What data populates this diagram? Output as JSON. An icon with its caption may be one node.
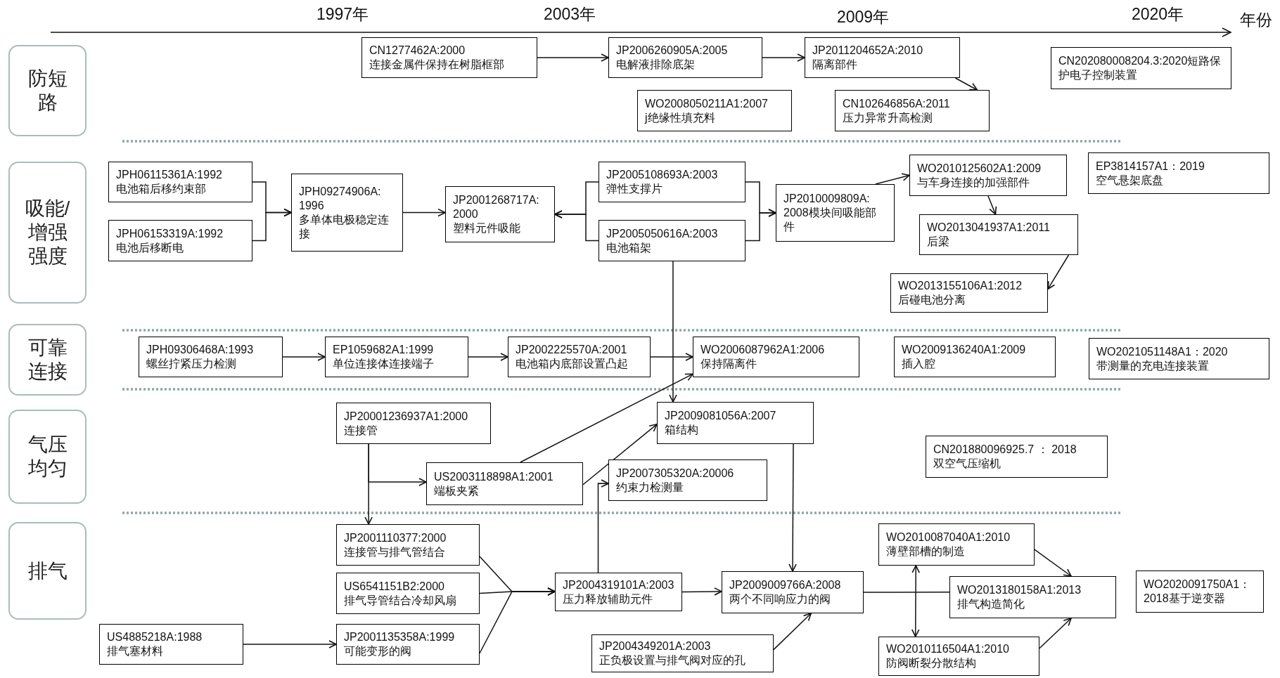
{
  "diagram": {
    "nodes": [
      {
        "text": [
          "防短路"
        ]
      },
      {
        "text": [
          "吸能/增强强度"
        ]
      },
      {
        "text": [
          "可靠连接"
        ]
      },
      {
        "text": [
          "气压均匀"
        ]
      },
      {
        "text": [
          "排气"
        ]
      },
      {
        "text": [
          "CN1277462A:2000",
          "连接金属件保持在树脂框部"
        ]
      },
      {
        "text": [
          "JP2006260905A:2005",
          "电解液排除底架"
        ]
      },
      {
        "text": [
          "JP2011204652A:2010",
          "隔离部件"
        ]
      },
      {
        "text": [
          "CN202080008204.3:2020短路保护电子控制装置"
        ]
      },
      {
        "text": [
          "WO2008050211A1:2007",
          "j绝缘性填充料"
        ]
      },
      {
        "text": [
          "CN102646856A:2011",
          "压力异常升高检测"
        ]
      },
      {
        "text": [
          "JPH06115361A:1992",
          "电池箱后移约束部"
        ]
      },
      {
        "text": [
          "JPH06153319A:1992",
          "电池后移断电"
        ]
      },
      {
        "text": [
          "JPH09274906A: 1996",
          "多单体电极稳定连接"
        ]
      },
      {
        "text": [
          "JP2001268717A: 2000",
          "塑料元件吸能"
        ]
      },
      {
        "text": [
          "JP2005108693A:2003",
          "弹性支撑片"
        ]
      },
      {
        "text": [
          "JP2005050616A:2003",
          "电池箱架"
        ]
      },
      {
        "text": [
          "JP2010009809A: 2008模块间吸能部件"
        ]
      },
      {
        "text": [
          "WO2010125602A1:2009",
          "与车身连接的加强部件"
        ]
      },
      {
        "text": [
          "EP3814157A1：2019",
          "空气悬架底盘"
        ]
      },
      {
        "text": [
          "WO2013041937A1:2011",
          "后梁"
        ]
      },
      {
        "text": [
          "WO2013155106A1:2012",
          "后碰电池分离"
        ]
      },
      {
        "text": [
          "JPH09306468A:1993",
          "螺丝拧紧压力检测"
        ]
      },
      {
        "text": [
          "EP1059682A1:1999",
          "单位连接体连接端子"
        ]
      },
      {
        "text": [
          "JP2002225570A:2001",
          "电池箱内底部设置凸起"
        ]
      },
      {
        "text": [
          "WO2006087962A1:2006",
          "保持隔离件"
        ]
      },
      {
        "text": [
          "WO2009136240A1:2009",
          "插入腔"
        ]
      },
      {
        "text": [
          "WO2021051148A1：2020",
          "带测量的充电连接装置"
        ]
      },
      {
        "text": [
          "JP20001236937A1:2000",
          "连接管"
        ]
      },
      {
        "text": [
          "JP2009081056A:2007",
          "箱结构"
        ]
      },
      {
        "text": [
          "US2003118898A1:2001",
          "端板夹紧"
        ]
      },
      {
        "text": [
          "JP2007305320A:20006",
          "约束力检测量"
        ]
      },
      {
        "text": [
          "CN201880096925.7 ： 2018",
          "双空气压缩机"
        ]
      },
      {
        "text": [
          "JP2001110377:2000",
          "连接管与排气管结合"
        ]
      },
      {
        "text": [
          "US6541151B2:2000",
          "排气导管结合冷却风扇"
        ]
      },
      {
        "text": [
          "US4885218A:1988",
          "排气塞材料"
        ]
      },
      {
        "text": [
          "JP2001135358A:1999",
          "可能变形的阀"
        ]
      },
      {
        "text": [
          "JP2004319101A:2003",
          "压力释放辅助元件"
        ]
      },
      {
        "text": [
          "JP2004349201A:2003",
          "正负极设置与排气阀对应的孔"
        ]
      },
      {
        "text": [
          "JP2009009766A:2008",
          "两个不同响应力的阀"
        ]
      },
      {
        "text": [
          "WO2010087040A1:2010",
          "薄壁部槽的制造"
        ]
      },
      {
        "text": [
          "WO2013180158A1:2013",
          "排气构造简化"
        ]
      },
      {
        "text": [
          "WO2010116504A1:2010",
          "防阀断裂分散结构"
        ]
      },
      {
        "text": [
          "WO2020091750A1：2018基于逆变器"
        ]
      }
    ],
    "edges": [
      {
        "from": 5,
        "to": 6,
        "arrow": "to"
      },
      {
        "from": 6,
        "to": 7,
        "arrow": "to"
      },
      {
        "from": 7,
        "to": 10,
        "arrow": "to"
      },
      {
        "from": 11,
        "to": 13,
        "arrow": "to"
      },
      {
        "from": 12,
        "to": 13,
        "arrow": "to"
      },
      {
        "from": 13,
        "to": 14,
        "arrow": "to"
      },
      {
        "from": 15,
        "to": 14,
        "arrow": "to"
      },
      {
        "from": 16,
        "to": 14,
        "arrow": "to"
      },
      {
        "from": 15,
        "to": 17,
        "arrow": "to"
      },
      {
        "from": 16,
        "to": 17,
        "arrow": "to"
      },
      {
        "from": 17,
        "to": 18,
        "arrow": "to"
      },
      {
        "from": 18,
        "to": 20,
        "arrow": "to"
      },
      {
        "from": 20,
        "to": 21,
        "arrow": "to"
      },
      {
        "from": 16,
        "to": 29,
        "arrow": "to"
      },
      {
        "from": 22,
        "to": 23,
        "arrow": "to"
      },
      {
        "from": 23,
        "to": 24,
        "arrow": "to"
      },
      {
        "from": 24,
        "to": 25,
        "arrow": "to"
      },
      {
        "from": 28,
        "to": 30,
        "arrow": "to"
      },
      {
        "from": 28,
        "to": 33,
        "arrow": "to"
      },
      {
        "from": 30,
        "to": 25,
        "arrow": "to"
      },
      {
        "from": 30,
        "to": 29,
        "arrow": "to"
      },
      {
        "from": 37,
        "to": 31,
        "arrow": "to"
      },
      {
        "from": 35,
        "to": 36,
        "arrow": "to"
      },
      {
        "from": 33,
        "to": 37,
        "arrow": "to"
      },
      {
        "from": 34,
        "to": 37,
        "arrow": "to"
      },
      {
        "from": 36,
        "to": 37,
        "arrow": "to"
      },
      {
        "from": 37,
        "to": 39,
        "arrow": "to"
      },
      {
        "from": 29,
        "to": 39,
        "arrow": "to"
      },
      {
        "from": 38,
        "to": 39,
        "arrow": "to"
      },
      {
        "from": 39,
        "to": 41,
        "arrow": "none"
      },
      {
        "from": 40,
        "to": 42,
        "arrow": "both"
      },
      {
        "from": 40,
        "to": 41,
        "arrow": "to"
      },
      {
        "from": 42,
        "to": 41,
        "arrow": "to"
      }
    ],
    "labels": [
      "1997年",
      "2003年",
      "2009年",
      "2020年",
      "年份"
    ]
  }
}
